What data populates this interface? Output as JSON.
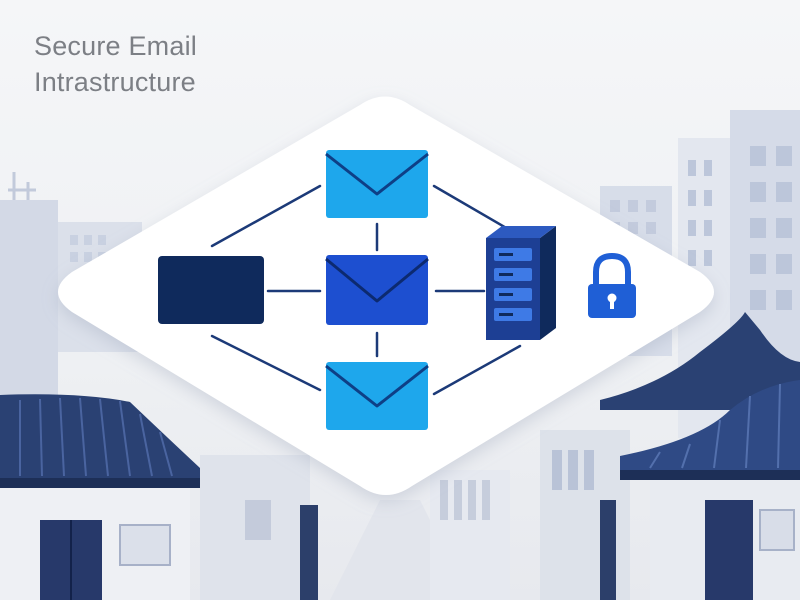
{
  "header": {
    "title_line1": "Secure Email",
    "title_line2": "Intrastructure"
  },
  "diagram": {
    "nodes": [
      {
        "id": "client",
        "kind": "terminal-panel"
      },
      {
        "id": "email-top",
        "kind": "envelope"
      },
      {
        "id": "email-center",
        "kind": "envelope"
      },
      {
        "id": "email-bottom",
        "kind": "envelope"
      },
      {
        "id": "mail-server",
        "kind": "server-rack"
      },
      {
        "id": "lock",
        "kind": "padlock"
      }
    ],
    "edges": [
      {
        "from": "client",
        "to": "email-top"
      },
      {
        "from": "client",
        "to": "email-center"
      },
      {
        "from": "client",
        "to": "email-bottom"
      },
      {
        "from": "email-top",
        "to": "email-center"
      },
      {
        "from": "email-center",
        "to": "email-bottom"
      },
      {
        "from": "email-top",
        "to": "mail-server"
      },
      {
        "from": "email-center",
        "to": "mail-server"
      },
      {
        "from": "email-bottom",
        "to": "mail-server"
      }
    ]
  },
  "colors": {
    "navy": "#0f2a5c",
    "envelope_light": "#1ea7ec",
    "envelope_dark": "#1d4fd0",
    "server": "#1d3f94",
    "lock": "#1f5fd6",
    "connector": "#1c3a78",
    "building": "#c9d1e2",
    "roof": "#2a4173"
  }
}
